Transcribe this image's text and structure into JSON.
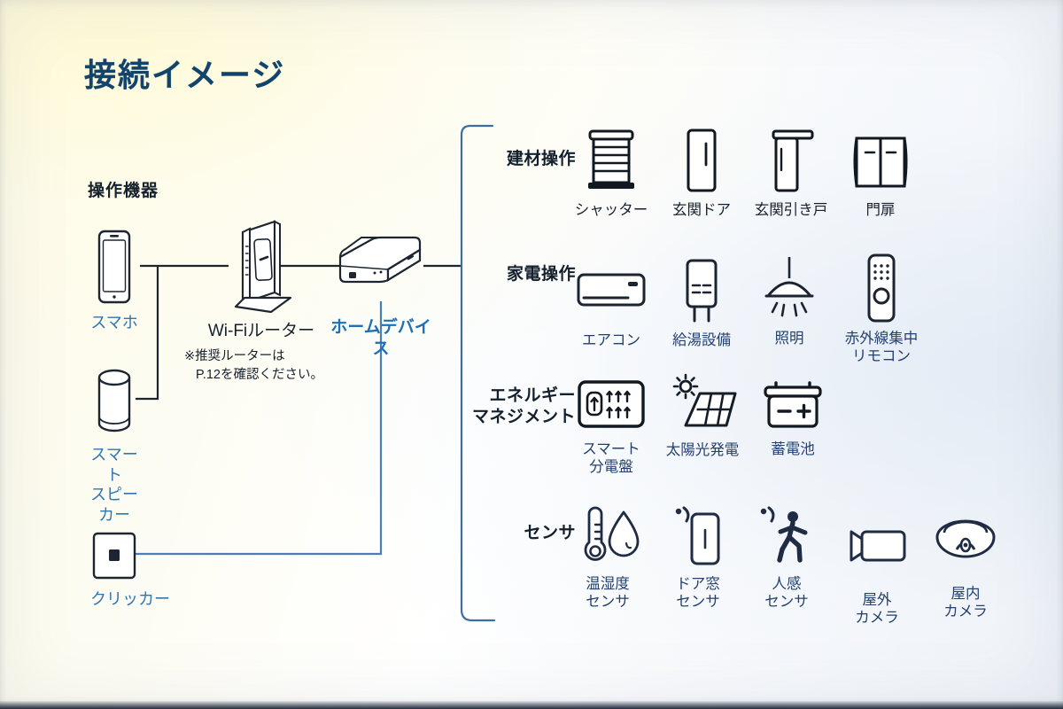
{
  "title": "接続イメージ",
  "colors": {
    "title": "#11436b",
    "black_label": "#17202c",
    "blue_label": "#2f76b3",
    "navy_label": "#23406e",
    "line_black": "#1d2630",
    "line_blue": "#4a7fb5"
  },
  "left": {
    "heading": "操作機器",
    "devices": [
      {
        "id": "smartphone",
        "icon": "smartphone-icon",
        "label": "スマホ",
        "color": "blue"
      },
      {
        "id": "smart-speaker",
        "icon": "smart-speaker-icon",
        "label_line1": "スマート",
        "label_line2": "スピーカー",
        "color": "blue"
      },
      {
        "id": "clicker",
        "icon": "clicker-icon",
        "label": "クリッカー",
        "color": "blue"
      }
    ],
    "router": {
      "id": "wifi-router",
      "icon": "wifi-router-icon",
      "label": "Wi-Fiルーター",
      "note_line1": "※推奨ルーターは",
      "note_line2": "P.12を確認ください。"
    },
    "home_device": {
      "id": "home-device",
      "icon": "home-device-icon",
      "label": "ホームデバイス"
    }
  },
  "right": {
    "rows": [
      {
        "category": "建材操作",
        "category_lines": [
          "建材操作"
        ],
        "items": [
          {
            "icon": "shutter-icon",
            "lines": [
              "シャッター"
            ],
            "color": "black"
          },
          {
            "icon": "front-door-icon",
            "lines": [
              "玄関ドア"
            ],
            "color": "black"
          },
          {
            "icon": "sliding-door-icon",
            "lines": [
              "玄関引き戸"
            ],
            "color": "black"
          },
          {
            "icon": "gate-icon",
            "lines": [
              "門扉"
            ],
            "color": "black"
          }
        ]
      },
      {
        "category": "家電操作",
        "category_lines": [
          "家電操作"
        ],
        "items": [
          {
            "icon": "air-conditioner-icon",
            "lines": [
              "エアコン"
            ],
            "color": "navy"
          },
          {
            "icon": "water-heater-icon",
            "lines": [
              "給湯設備"
            ],
            "color": "navy"
          },
          {
            "icon": "ceiling-light-icon",
            "lines": [
              "照明"
            ],
            "color": "navy"
          },
          {
            "icon": "ir-remote-icon",
            "lines": [
              "赤外線集中",
              "リモコン"
            ],
            "color": "navy"
          }
        ]
      },
      {
        "category": "エネルギーマネジメント",
        "category_lines": [
          "エネルギー",
          "マネジメント"
        ],
        "items": [
          {
            "icon": "smart-panel-icon",
            "lines": [
              "スマート",
              "分電盤"
            ],
            "color": "navy"
          },
          {
            "icon": "solar-panel-icon",
            "lines": [
              "太陽光発電"
            ],
            "color": "navy"
          },
          {
            "icon": "battery-icon",
            "lines": [
              "蓄電池"
            ],
            "color": "navy"
          }
        ]
      },
      {
        "category": "センサ",
        "category_lines": [
          "センサ"
        ],
        "items": [
          {
            "icon": "temp-humidity-sensor-icon",
            "lines": [
              "温湿度",
              "センサ"
            ],
            "color": "navy"
          },
          {
            "icon": "door-window-sensor-icon",
            "lines": [
              "ドア窓",
              "センサ"
            ],
            "color": "navy"
          },
          {
            "icon": "motion-sensor-icon",
            "lines": [
              "人感",
              "センサ"
            ],
            "color": "navy"
          },
          {
            "icon": "outdoor-camera-icon",
            "lines": [
              "屋外",
              "カメラ"
            ],
            "color": "navy"
          },
          {
            "icon": "indoor-camera-icon",
            "lines": [
              "屋内",
              "カメラ"
            ],
            "color": "navy"
          }
        ]
      }
    ]
  }
}
